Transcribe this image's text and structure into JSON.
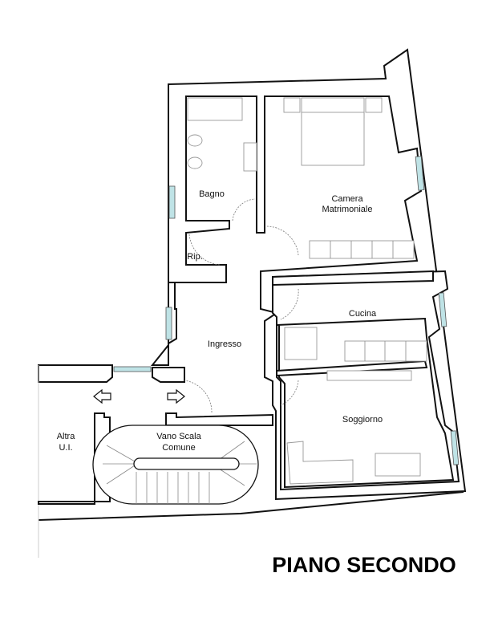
{
  "plan": {
    "title": "PIANO SECONDO",
    "rooms": {
      "bagno": "Bagno",
      "camera_line1": "Camera",
      "camera_line2": "Matrimoniale",
      "ripostiglio": "Rip.",
      "ingresso": "Ingresso",
      "cucina": "Cucina",
      "soggiorno": "Soggiorno",
      "scala_line1": "Vano Scala",
      "scala_line2": "Comune",
      "altra_line1": "Altra",
      "altra_line2": "U.I."
    },
    "colors": {
      "wall": "#111111",
      "window": "#bfe3e6"
    }
  }
}
